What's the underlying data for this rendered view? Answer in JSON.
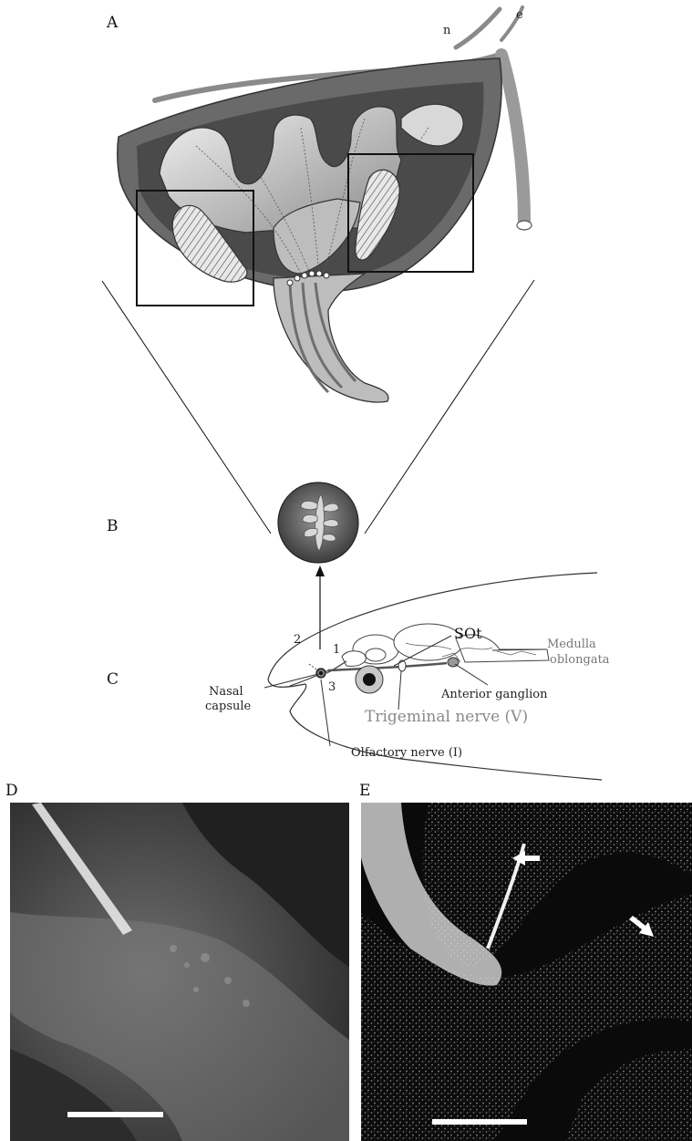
{
  "panels": {
    "a": "A",
    "b": "B",
    "c": "C",
    "d": "D",
    "e": "E"
  },
  "panel_a": {
    "n_label": "n",
    "e_label": "e"
  },
  "panel_c": {
    "sot": "SOt",
    "medulla_line1": "Medulla",
    "medulla_line2": "oblongata",
    "nasal_line1": "Nasal",
    "nasal_line2": "capsule",
    "anterior_ganglion": "Anterior ganglion",
    "trigeminal": "Trigeminal nerve (V)",
    "olfactory": "Olfactory nerve (I)",
    "num1": "1",
    "num2": "2",
    "num3": "3"
  }
}
